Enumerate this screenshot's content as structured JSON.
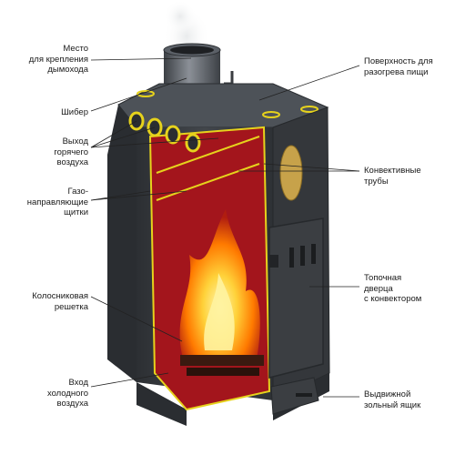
{
  "colors": {
    "stove_body": "#3a3d41",
    "stove_top": "#50555b",
    "cutaway_red": "#a3151c",
    "outline_yellow": "#e6d21c",
    "flame_orange": "#ff8a00",
    "flame_yellow": "#ffe24a",
    "label_text": "#1a1a1a",
    "leader_line": "#222222",
    "background": "#ffffff"
  },
  "labels": {
    "chimney_mount": "Место\nдля крепления\nдымохода",
    "damper": "Шибер",
    "hot_air_outlet": "Выход\nгорячего\nвоздуха",
    "gas_deflectors": "Газо-\nнаправляющие\nщитки",
    "grate": "Колосниковая\nрешетка",
    "cold_air_inlet": "Вход\nхолодного\nвоздуха",
    "cooking_surface": "Поверхность для\nразогрева пищи",
    "convection_pipes": "Конвективные\nтрубы",
    "firebox_door": "Топочная\nдверца\nс конвектором",
    "ash_drawer": "Выдвижной\nзольный ящик"
  }
}
